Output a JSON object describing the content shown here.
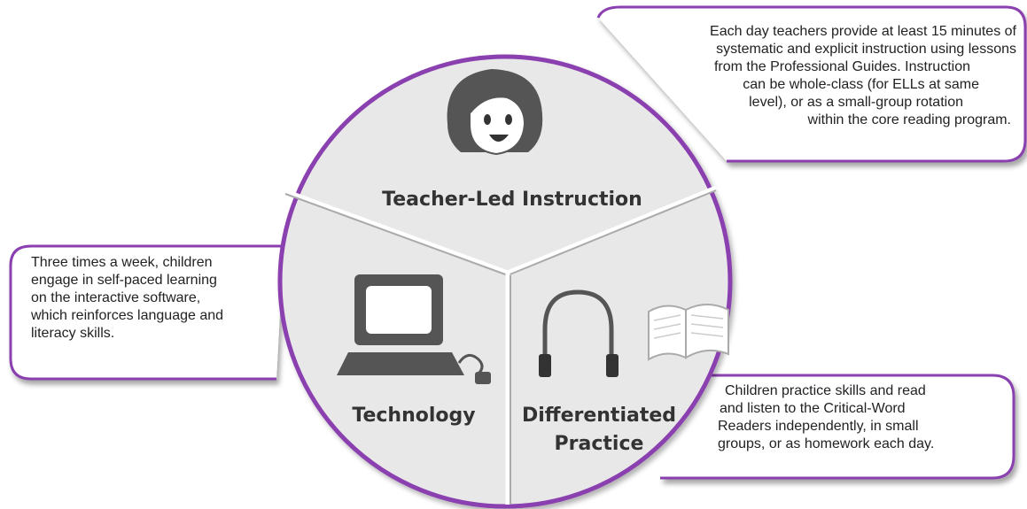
{
  "colors": {
    "accent": "#8b3fb0",
    "wheel_fill": "#e8e8e8",
    "divider": "#aaaaaa",
    "icon_dark": "#555555"
  },
  "segments": {
    "teacher": {
      "label": "Teacher-Led Instruction",
      "icon": "teacher-face-icon"
    },
    "technology": {
      "label": "Technology",
      "icon": "computer-icon"
    },
    "practice": {
      "label_line1": "Differentiated",
      "label_line2": "Practice",
      "icons": [
        "headphones-icon",
        "book-icon"
      ]
    }
  },
  "callouts": {
    "teacher": {
      "lines": [
        "Each day teachers provide at least 15 minutes of",
        "systematic and explicit instruction using lessons",
        "from the Professional Guides. Instruction",
        "can be whole-class (for ELLs at same",
        "level), or as a small-group rotation",
        "within the core reading program."
      ]
    },
    "technology": {
      "lines": [
        "Three times a week, children",
        "engage in self-paced learning",
        "on the interactive software,",
        "which reinforces language and",
        "literacy skills."
      ]
    },
    "practice": {
      "lines": [
        "Children practice skills and read",
        "and listen to the Critical-Word",
        "Readers independently, in small",
        "groups, or as homework each day."
      ]
    }
  }
}
